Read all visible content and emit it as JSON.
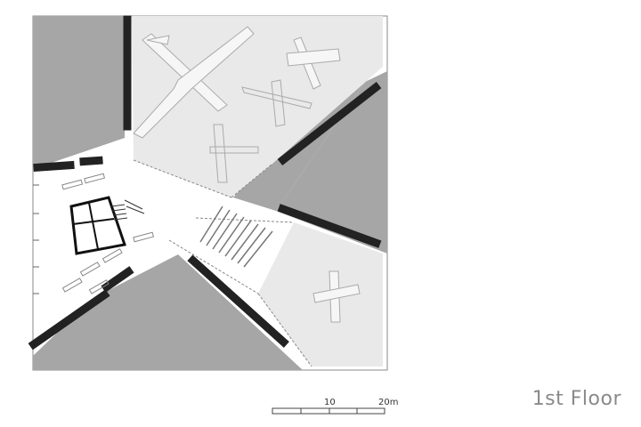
{
  "floor_title": "1st Floor",
  "scale_bar": {
    "labels": [
      "10",
      "20m"
    ]
  },
  "colors": {
    "dark_gray_area": "#a6a6a6",
    "exhibit_area": "#e9e9e9",
    "circulation_area": "#ffffff",
    "wall": "#222222",
    "aircraft": "#f6f6f6",
    "outline": "#999999"
  },
  "icons": [
    "airplane-icon",
    "seating-icon",
    "stair-icon"
  ]
}
